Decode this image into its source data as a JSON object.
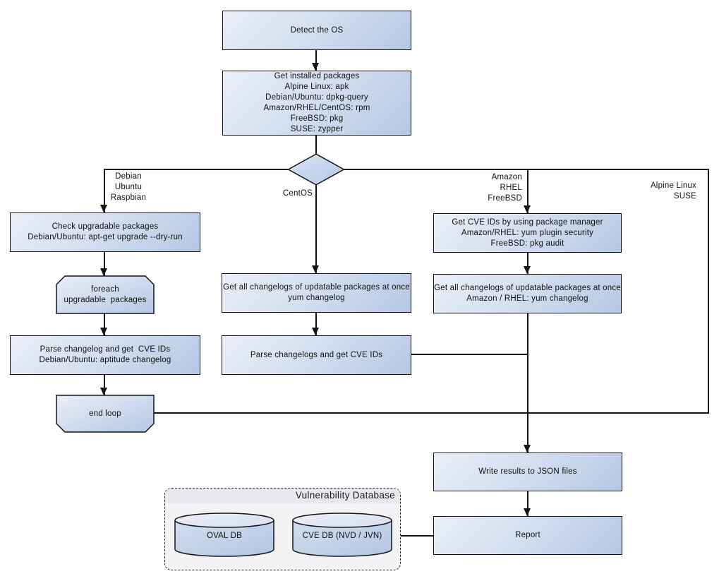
{
  "colors": {
    "node_fill_light": "#eaeff8",
    "node_fill_dark": "#b5c7e3",
    "diamond_fill_light": "#dae5f5",
    "diamond_fill_dark": "#b2c7e6",
    "outline": "#151515",
    "db_panel_bg": "#f3f3f5",
    "db_header_bg": "#e7e9ee"
  },
  "flow": {
    "detect_os": {
      "label": "Detect the OS"
    },
    "get_installed": {
      "lines": [
        "Get installed packages",
        "Alpine Linux: apk",
        "Debian/Ubuntu: dpkg-query",
        "Amazon/RHEL/CentOS: rpm",
        "FreeBSD: pkg",
        "SUSE: zypper"
      ]
    },
    "branches": {
      "debian": {
        "lines": [
          "Debian",
          "Ubuntu",
          "Raspbian"
        ]
      },
      "centos": {
        "label": "CentOS"
      },
      "amazon": {
        "lines": [
          "Amazon",
          "RHEL",
          "FreeBSD"
        ]
      },
      "alpine": {
        "lines": [
          "Alpine Linux",
          "SUSE"
        ]
      }
    },
    "check_upgradable": {
      "lines": [
        "Check upgradable packages",
        "Debian/Ubuntu: apt-get upgrade --dry-run"
      ]
    },
    "foreach_loop": {
      "lines": [
        "foreach",
        "upgradable  packages"
      ]
    },
    "parse_changelog_deb": {
      "lines": [
        "Parse changelog and get  CVE IDs",
        "Debian/Ubuntu: aptitude changelog"
      ]
    },
    "end_loop": {
      "label": "end loop"
    },
    "changelogs_centos": {
      "lines": [
        "Get all changelogs of updatable packages at once",
        "yum changelog"
      ]
    },
    "parse_changelogs_centos": {
      "label": "Parse changelogs and get CVE IDs"
    },
    "cve_ids_pkg_mgr": {
      "lines": [
        "Get CVE IDs by using package manager",
        "Amazon/RHEL: yum plugin security",
        "FreeBSD: pkg audit"
      ]
    },
    "changelogs_amazon": {
      "lines": [
        "Get all changelogs of updatable packages at once",
        "Amazon / RHEL: yum changelog"
      ]
    },
    "write_results": {
      "label": "Write results to JSON files"
    },
    "report": {
      "label": "Report"
    }
  },
  "vulndb": {
    "title": "Vulnerability Database",
    "oval_db": "OVAL DB",
    "cve_db": "CVE DB (NVD / JVN)"
  }
}
